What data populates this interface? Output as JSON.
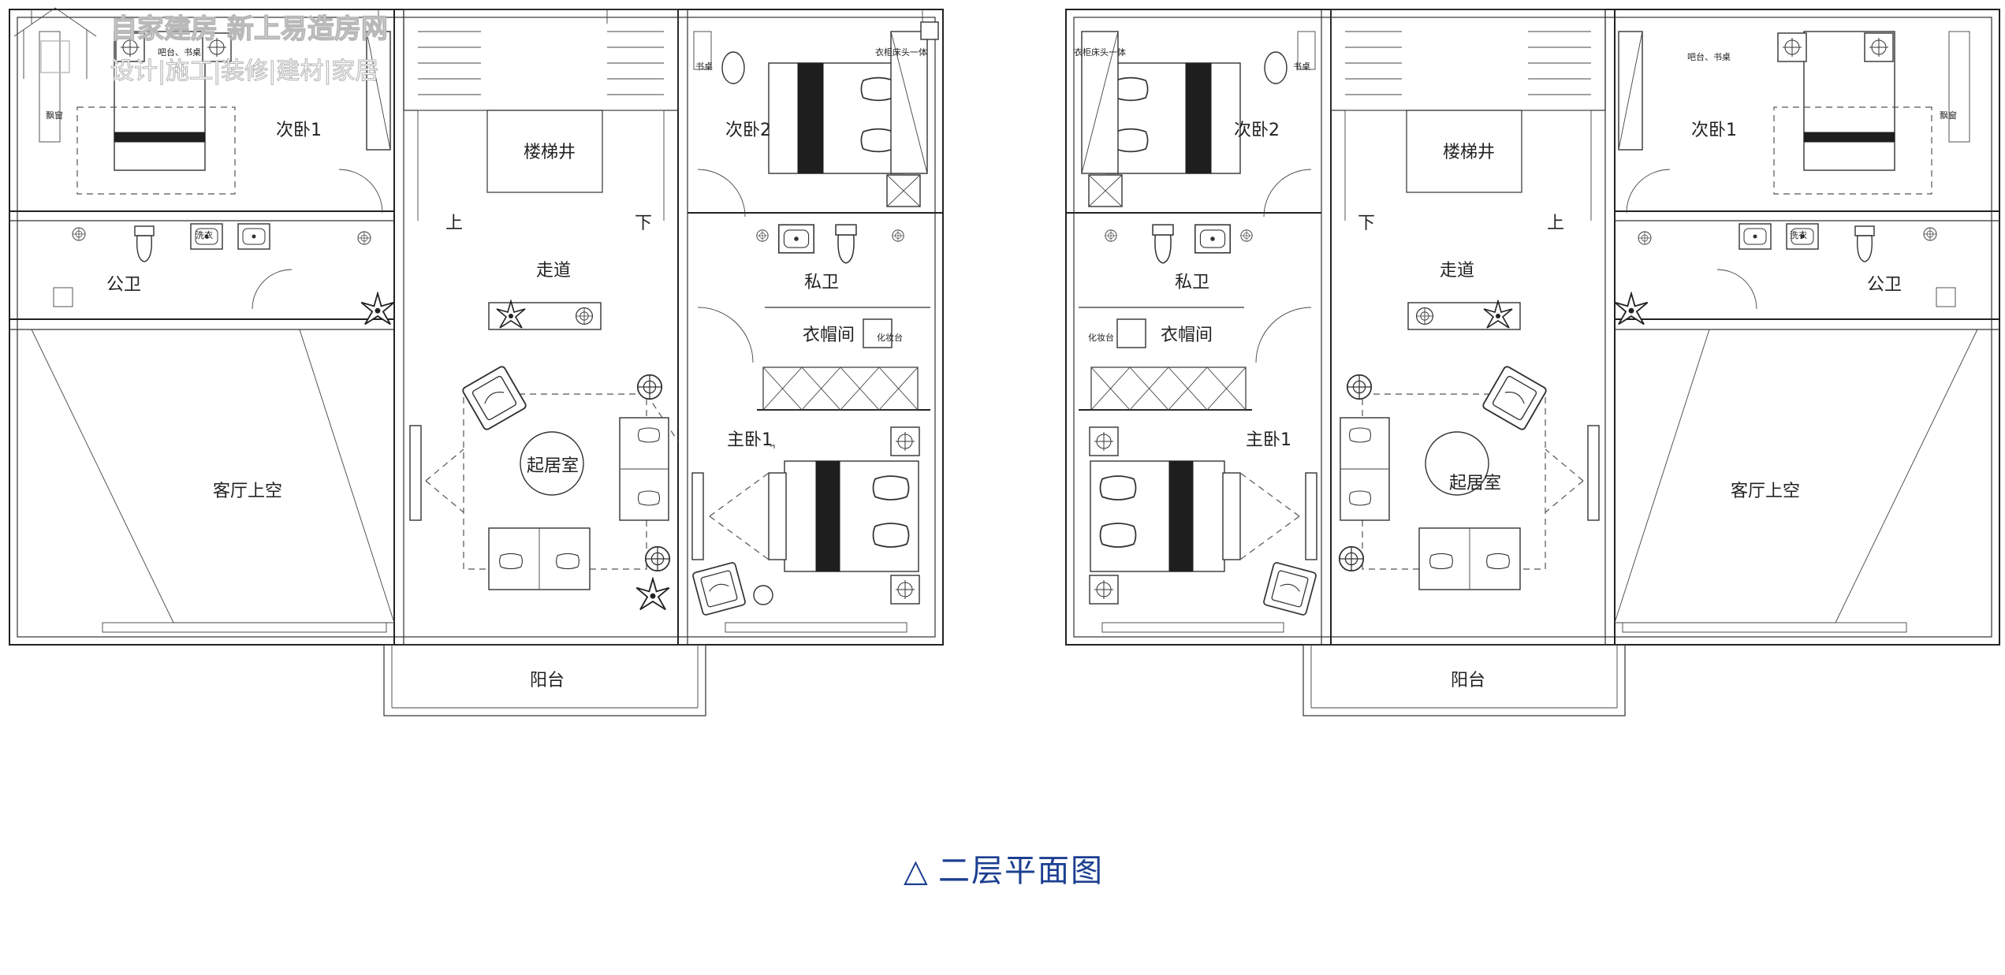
{
  "watermark": {
    "line1": "自家建房 新上易造房网",
    "line2": "设计|施工|装修|建材|家居"
  },
  "caption": {
    "marker": "△",
    "title": "二层平面图"
  },
  "left_unit": {
    "bed2": "次卧1",
    "bar_desk": "吧台、书桌",
    "bay_window": "飘窗",
    "public_bath": "公卫",
    "washer": "洗衣",
    "stairwell": "楼梯井",
    "up": "上",
    "down": "下",
    "corridor": "走道",
    "lounge": "起居室",
    "void": "客厅上空",
    "balcony": "阳台",
    "bed3": "次卧2",
    "desk": "书桌",
    "wardrobe_combo": "衣柜床头一体",
    "private_bath": "私卫",
    "cloakroom": "衣帽间",
    "vanity": "化妆台",
    "master": "主卧1"
  },
  "right_unit": {
    "bed2": "次卧1",
    "bar_desk": "吧台、书桌",
    "bay_window": "飘窗",
    "public_bath": "公卫",
    "washer": "洗衣",
    "stairwell": "楼梯井",
    "up": "上",
    "down": "下",
    "corridor": "走道",
    "lounge": "起居室",
    "void": "客厅上空",
    "balcony": "阳台",
    "bed3": "次卧2",
    "desk": "书桌",
    "wardrobe_combo": "衣柜床头一体",
    "private_bath": "私卫",
    "cloakroom": "衣帽间",
    "vanity": "化妆台",
    "master": "主卧1"
  },
  "colors": {
    "caption": "#1c3f91",
    "lines": "#222222",
    "watermark": "#b8b8b8"
  }
}
